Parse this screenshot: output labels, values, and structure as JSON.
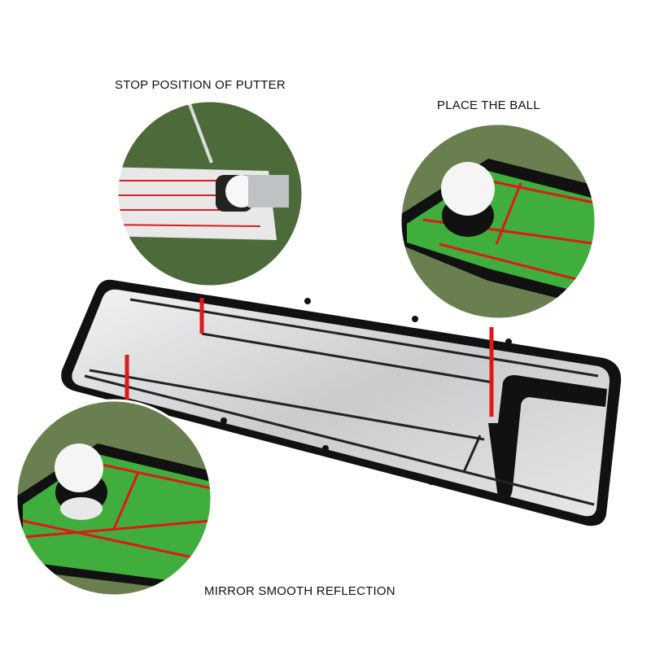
{
  "labels": {
    "stop_position": "STOP POSITION OF PUTTER",
    "place_ball": "PLACE THE BALL",
    "mirror_reflection": "MIRROR SMOOTH REFLECTION"
  },
  "colors": {
    "accent_red": "#e01818",
    "turf_green": "#3f9a3a",
    "mirror_silver": "#d6d8d9",
    "frame_black": "#111111"
  }
}
